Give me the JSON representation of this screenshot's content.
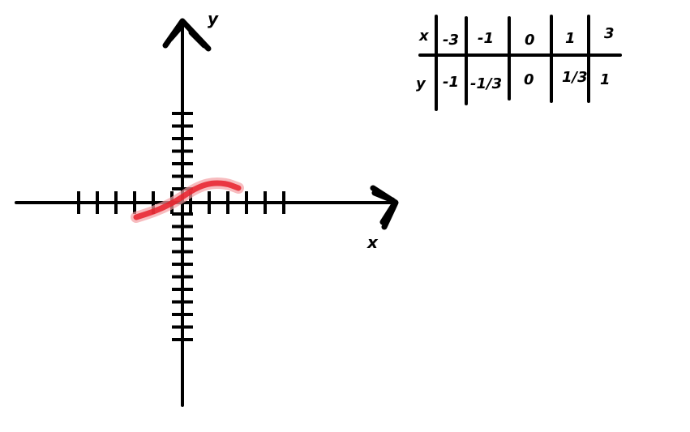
{
  "axes": {
    "x_label": "x",
    "y_label": "y"
  },
  "table": {
    "row_labels": [
      "x",
      "y"
    ],
    "columns": [
      {
        "x": "-3",
        "y": "-1"
      },
      {
        "x": "-1",
        "y": "-1/3"
      },
      {
        "x": "0",
        "y": "0"
      },
      {
        "x": "1",
        "y": "1/3"
      },
      {
        "x": "3",
        "y": "1"
      }
    ]
  },
  "curve": {
    "points": [
      [
        -3,
        -1
      ],
      [
        -1,
        -0.333
      ],
      [
        0,
        0
      ],
      [
        1,
        0.333
      ],
      [
        3,
        1
      ]
    ],
    "color": "#e8202a"
  },
  "colors": {
    "ink": "#000000",
    "curve": "#e8202a",
    "background": "#ffffff"
  }
}
